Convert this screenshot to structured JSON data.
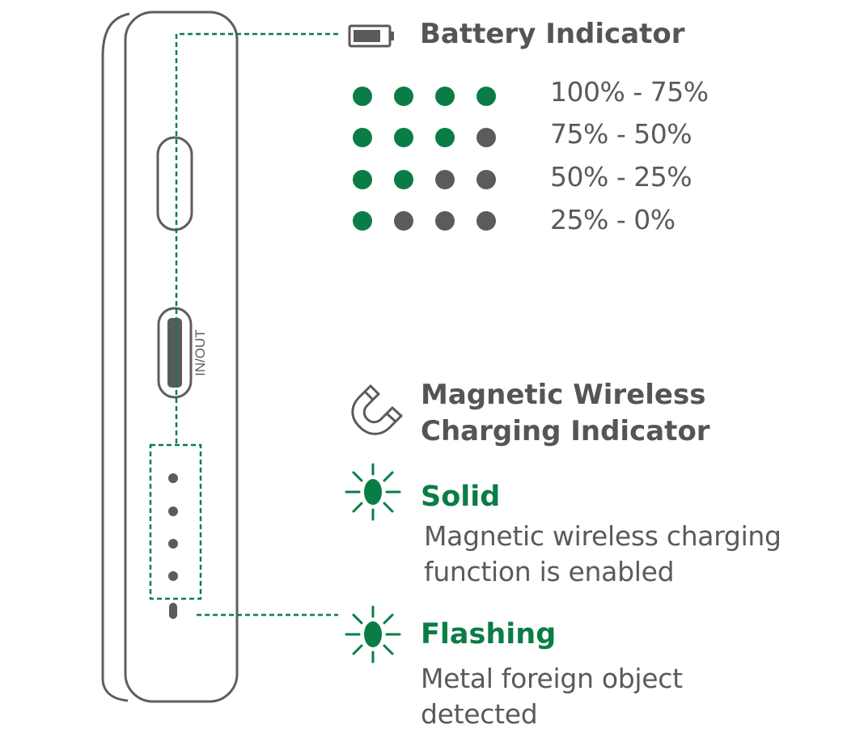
{
  "colors": {
    "green": "#0a7d46",
    "gray": "#5b5b5b",
    "outline": "#5e5e5e",
    "text": "#555555"
  },
  "device": {
    "port_label": "IN/OUT",
    "icon": "power-bank-side-outline"
  },
  "battery": {
    "icon": "battery-icon",
    "title": "Battery Indicator",
    "rows": [
      {
        "lit": 4,
        "range": "100% - 75%"
      },
      {
        "lit": 3,
        "range": "75% - 50%"
      },
      {
        "lit": 2,
        "range": "50% - 25%"
      },
      {
        "lit": 1,
        "range": "25% - 0%"
      }
    ]
  },
  "wireless": {
    "icon": "magnet-icon",
    "title_line1": "Magnetic Wireless",
    "title_line2": "Charging Indicator",
    "states": [
      {
        "icon": "led-glow-icon",
        "title": "Solid",
        "desc_line1": "Magnetic wireless charging",
        "desc_line2": "function is enabled"
      },
      {
        "icon": "led-glow-icon",
        "title": "Flashing",
        "desc_line1": "Metal foreign object",
        "desc_line2": "detected"
      }
    ]
  }
}
